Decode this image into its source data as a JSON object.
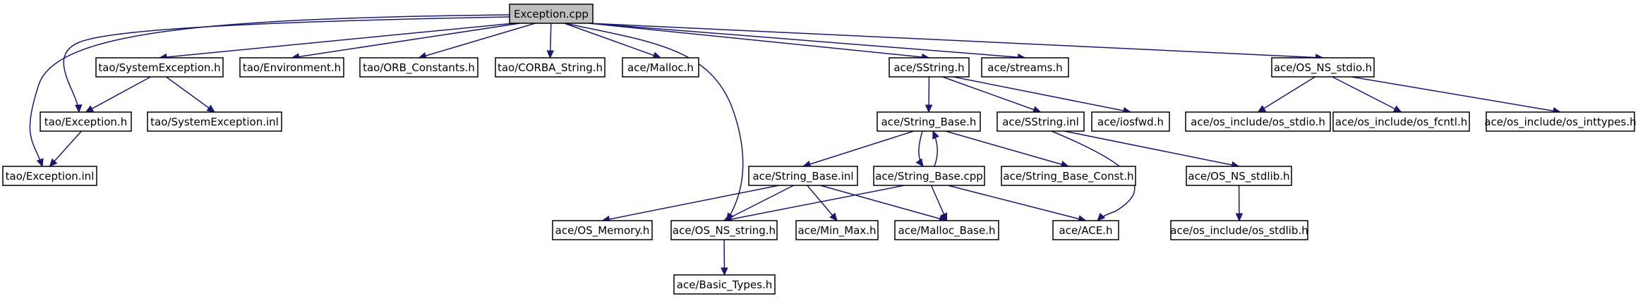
{
  "graph": {
    "edge_color": "#191970",
    "root_fill": "#bfbfbf",
    "nodes": [
      {
        "id": "n0",
        "label": "Exception.cpp",
        "root": true
      },
      {
        "id": "n1",
        "label": "tao/SystemException.h"
      },
      {
        "id": "n2",
        "label": "tao/Environment.h"
      },
      {
        "id": "n3",
        "label": "tao/ORB_Constants.h"
      },
      {
        "id": "n4",
        "label": "tao/CORBA_String.h"
      },
      {
        "id": "n5",
        "label": "ace/Malloc.h"
      },
      {
        "id": "n6",
        "label": "ace/SString.h"
      },
      {
        "id": "n7",
        "label": "ace/streams.h"
      },
      {
        "id": "n8",
        "label": "ace/OS_NS_stdio.h"
      },
      {
        "id": "n9",
        "label": "tao/Exception.h"
      },
      {
        "id": "n10",
        "label": "tao/SystemException.inl"
      },
      {
        "id": "n11",
        "label": "tao/Exception.inl"
      },
      {
        "id": "n12",
        "label": "ace/String_Base.h"
      },
      {
        "id": "n13",
        "label": "ace/SString.inl"
      },
      {
        "id": "n14",
        "label": "ace/iosfwd.h"
      },
      {
        "id": "n15",
        "label": "ace/os_include/os_stdio.h"
      },
      {
        "id": "n16",
        "label": "ace/os_include/os_fcntl.h"
      },
      {
        "id": "n17",
        "label": "ace/os_include/os_inttypes.h"
      },
      {
        "id": "n18",
        "label": "ace/String_Base.inl"
      },
      {
        "id": "n19",
        "label": "ace/String_Base.cpp"
      },
      {
        "id": "n20",
        "label": "ace/String_Base_Const.h"
      },
      {
        "id": "n21",
        "label": "ace/OS_NS_stdlib.h"
      },
      {
        "id": "n22",
        "label": "ace/OS_Memory.h"
      },
      {
        "id": "n23",
        "label": "ace/OS_NS_string.h"
      },
      {
        "id": "n24",
        "label": "ace/Min_Max.h"
      },
      {
        "id": "n25",
        "label": "ace/Malloc_Base.h"
      },
      {
        "id": "n26",
        "label": "ace/ACE.h"
      },
      {
        "id": "n27",
        "label": "ace/os_include/os_stdlib.h"
      },
      {
        "id": "n28",
        "label": "ace/Basic_Types.h"
      }
    ],
    "edges": [
      {
        "from": "n0",
        "to": "n1"
      },
      {
        "from": "n0",
        "to": "n2"
      },
      {
        "from": "n0",
        "to": "n3"
      },
      {
        "from": "n0",
        "to": "n4"
      },
      {
        "from": "n0",
        "to": "n5"
      },
      {
        "from": "n0",
        "to": "n6"
      },
      {
        "from": "n0",
        "to": "n7"
      },
      {
        "from": "n0",
        "to": "n8"
      },
      {
        "from": "n0",
        "to": "n9"
      },
      {
        "from": "n0",
        "to": "n11"
      },
      {
        "from": "n0",
        "to": "n23"
      },
      {
        "from": "n1",
        "to": "n9"
      },
      {
        "from": "n1",
        "to": "n10"
      },
      {
        "from": "n9",
        "to": "n11"
      },
      {
        "from": "n6",
        "to": "n12"
      },
      {
        "from": "n6",
        "to": "n13"
      },
      {
        "from": "n6",
        "to": "n14"
      },
      {
        "from": "n8",
        "to": "n15"
      },
      {
        "from": "n8",
        "to": "n16"
      },
      {
        "from": "n8",
        "to": "n17"
      },
      {
        "from": "n12",
        "to": "n18"
      },
      {
        "from": "n12",
        "to": "n19"
      },
      {
        "from": "n12",
        "to": "n20"
      },
      {
        "from": "n19",
        "to": "n12"
      },
      {
        "from": "n13",
        "to": "n21"
      },
      {
        "from": "n13",
        "to": "n26"
      },
      {
        "from": "n18",
        "to": "n22"
      },
      {
        "from": "n18",
        "to": "n23"
      },
      {
        "from": "n18",
        "to": "n24"
      },
      {
        "from": "n18",
        "to": "n25"
      },
      {
        "from": "n19",
        "to": "n23"
      },
      {
        "from": "n19",
        "to": "n25"
      },
      {
        "from": "n19",
        "to": "n26"
      },
      {
        "from": "n21",
        "to": "n27"
      },
      {
        "from": "n23",
        "to": "n28"
      }
    ]
  }
}
